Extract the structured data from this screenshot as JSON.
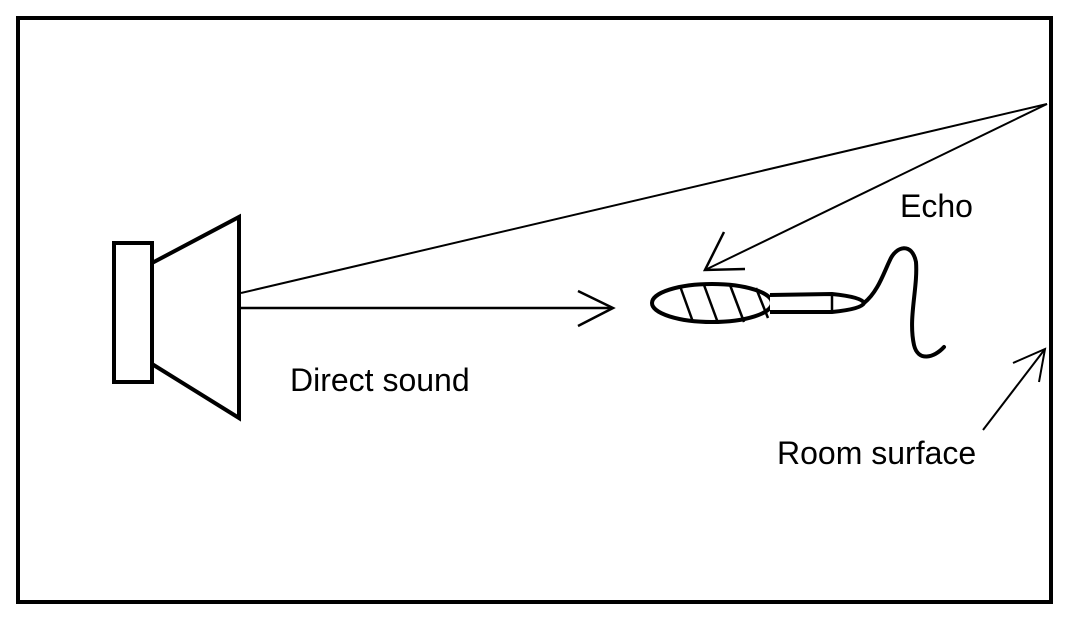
{
  "labels": {
    "echo": "Echo",
    "direct_sound": "Direct sound",
    "room_surface": "Room surface"
  },
  "colors": {
    "ink": "#000000",
    "background": "#ffffff"
  }
}
